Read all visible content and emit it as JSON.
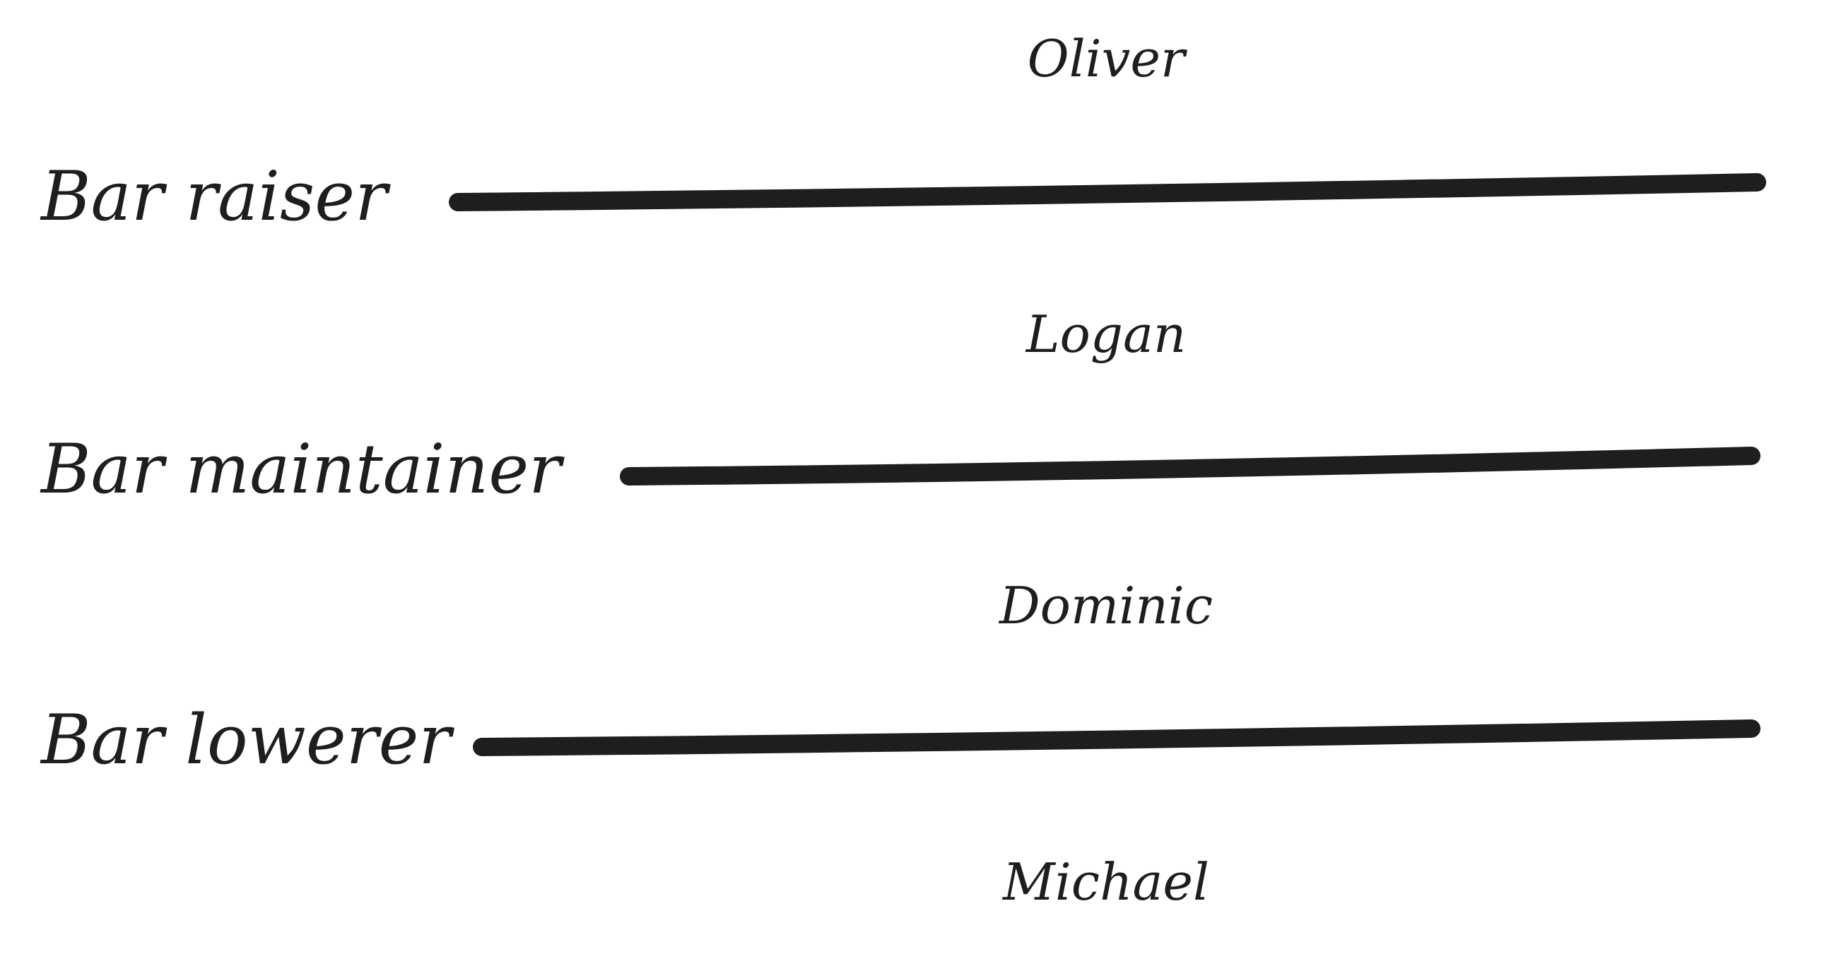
{
  "names": [
    "Oliver",
    "Logan",
    "Dominic",
    "Michael"
  ],
  "levels": [
    {
      "label": "Bar raiser"
    },
    {
      "label": "Bar maintainer"
    },
    {
      "label": "Bar lowerer"
    }
  ],
  "colors": {
    "ink": "#1e1e1e",
    "background": "#ffffff"
  }
}
